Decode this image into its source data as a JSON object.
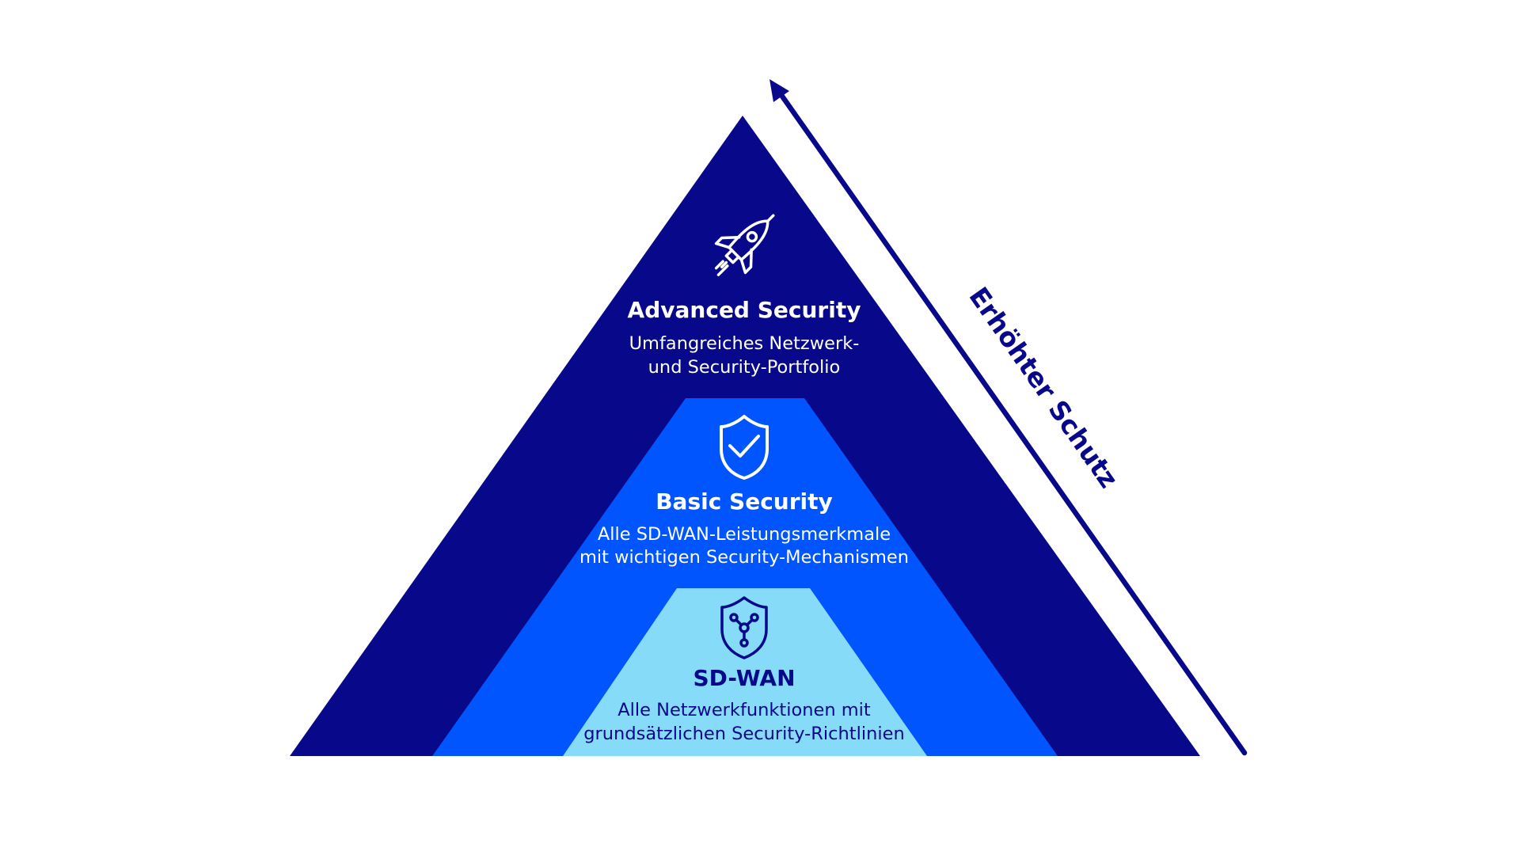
{
  "tiers": {
    "advanced": {
      "title": "Advanced Security",
      "desc_line1": "Umfangreiches Netzwerk-",
      "desc_line2": "und Security-Portfolio",
      "icon": "rocket-icon"
    },
    "basic": {
      "title": "Basic Security",
      "desc_line1": "Alle SD-WAN-Leistungsmerkmale",
      "desc_line2": "mit wichtigen Security-Mechanismen",
      "icon": "shield-check-icon"
    },
    "sdwan": {
      "title": "SD-WAN",
      "desc_line1": "Alle Netzwerkfunktionen mit",
      "desc_line2": "grundsätzlichen Security-Richtlinien",
      "icon": "shield-network-icon"
    }
  },
  "axis": {
    "label": "Erhöhter Schutz"
  },
  "colors": {
    "advanced": "#08088a",
    "basic": "#0055ff",
    "sdwan": "#86dbf8",
    "arrow": "#08088a",
    "light_text": "#ffffff",
    "dark_text": "#08088a"
  }
}
